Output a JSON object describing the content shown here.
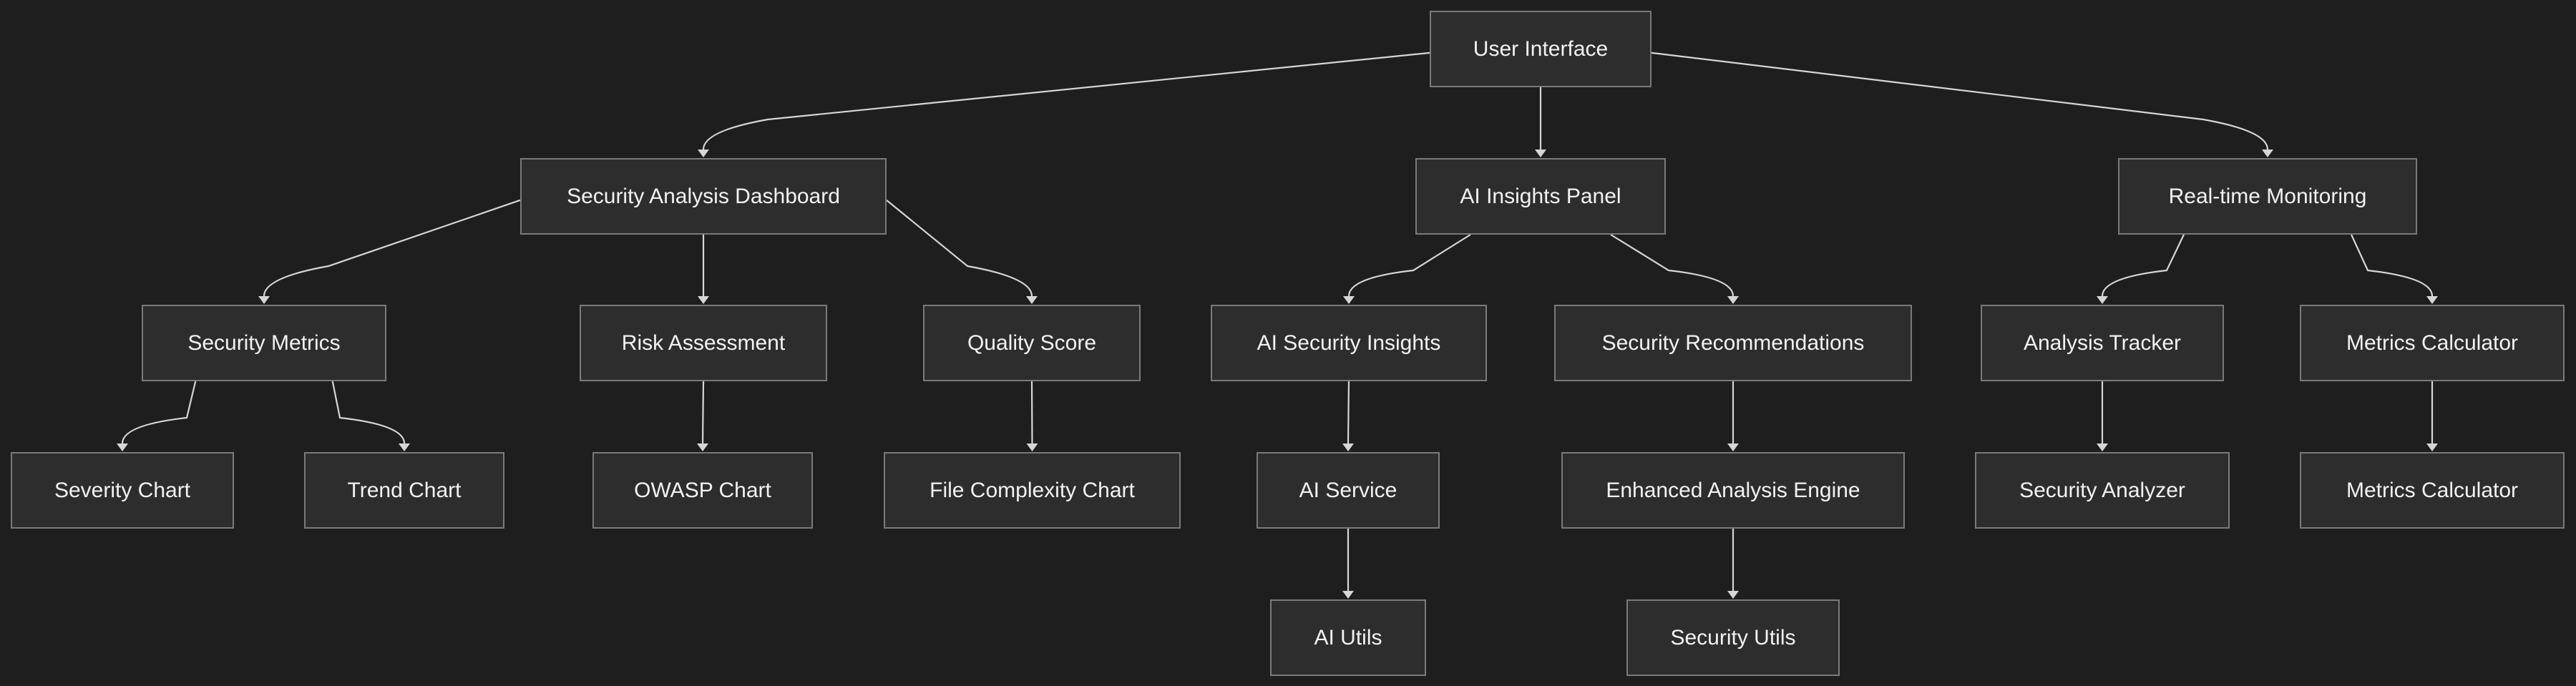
{
  "diagram": {
    "nodes": {
      "user_interface": "User Interface",
      "security_analysis_dashboard": "Security Analysis Dashboard",
      "ai_insights_panel": "AI Insights Panel",
      "realtime_monitoring": "Real-time Monitoring",
      "security_metrics": "Security Metrics",
      "risk_assessment": "Risk Assessment",
      "quality_score": "Quality Score",
      "ai_security_insights": "AI Security Insights",
      "security_recommendations": "Security Recommendations",
      "analysis_tracker": "Analysis Tracker",
      "metrics_calculator": "Metrics Calculator",
      "severity_chart": "Severity Chart",
      "trend_chart": "Trend Chart",
      "owasp_chart": "OWASP Chart",
      "file_complexity_chart": "File Complexity Chart",
      "ai_service": "AI Service",
      "enhanced_analysis_engine": "Enhanced Analysis Engine",
      "security_analyzer": "Security Analyzer",
      "metrics_calculator_2": "Metrics Calculator",
      "ai_utils": "AI Utils",
      "security_utils": "Security Utils"
    },
    "edges": [
      {
        "from": "user_interface",
        "to": "security_analysis_dashboard"
      },
      {
        "from": "user_interface",
        "to": "ai_insights_panel"
      },
      {
        "from": "user_interface",
        "to": "realtime_monitoring"
      },
      {
        "from": "security_analysis_dashboard",
        "to": "security_metrics"
      },
      {
        "from": "security_analysis_dashboard",
        "to": "risk_assessment"
      },
      {
        "from": "security_analysis_dashboard",
        "to": "quality_score"
      },
      {
        "from": "ai_insights_panel",
        "to": "ai_security_insights"
      },
      {
        "from": "ai_insights_panel",
        "to": "security_recommendations"
      },
      {
        "from": "realtime_monitoring",
        "to": "analysis_tracker"
      },
      {
        "from": "realtime_monitoring",
        "to": "metrics_calculator"
      },
      {
        "from": "security_metrics",
        "to": "severity_chart"
      },
      {
        "from": "security_metrics",
        "to": "trend_chart"
      },
      {
        "from": "risk_assessment",
        "to": "owasp_chart"
      },
      {
        "from": "quality_score",
        "to": "file_complexity_chart"
      },
      {
        "from": "ai_security_insights",
        "to": "ai_service"
      },
      {
        "from": "security_recommendations",
        "to": "enhanced_analysis_engine"
      },
      {
        "from": "analysis_tracker",
        "to": "security_analyzer"
      },
      {
        "from": "metrics_calculator",
        "to": "metrics_calculator_2"
      },
      {
        "from": "ai_service",
        "to": "ai_utils"
      },
      {
        "from": "enhanced_analysis_engine",
        "to": "security_utils"
      }
    ]
  }
}
